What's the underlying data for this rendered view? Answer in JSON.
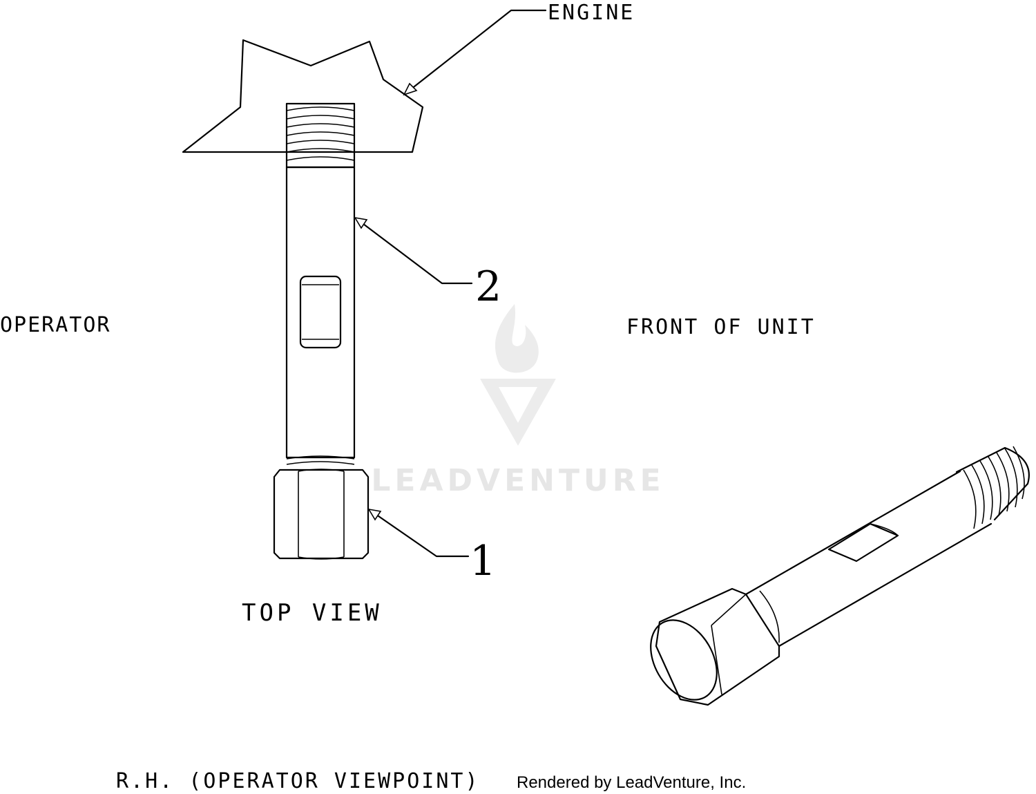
{
  "labels": {
    "engine": "ENGINE",
    "operator": "OPERATOR",
    "front_of_unit": "FRONT OF UNIT",
    "top_view": "TOP VIEW",
    "viewpoint": "R.H. (OPERATOR VIEWPOINT)"
  },
  "callouts": {
    "part_1": "1",
    "part_2": "2"
  },
  "credit": "Rendered by LeadVenture, Inc.",
  "watermark": "LEADVENTURE"
}
